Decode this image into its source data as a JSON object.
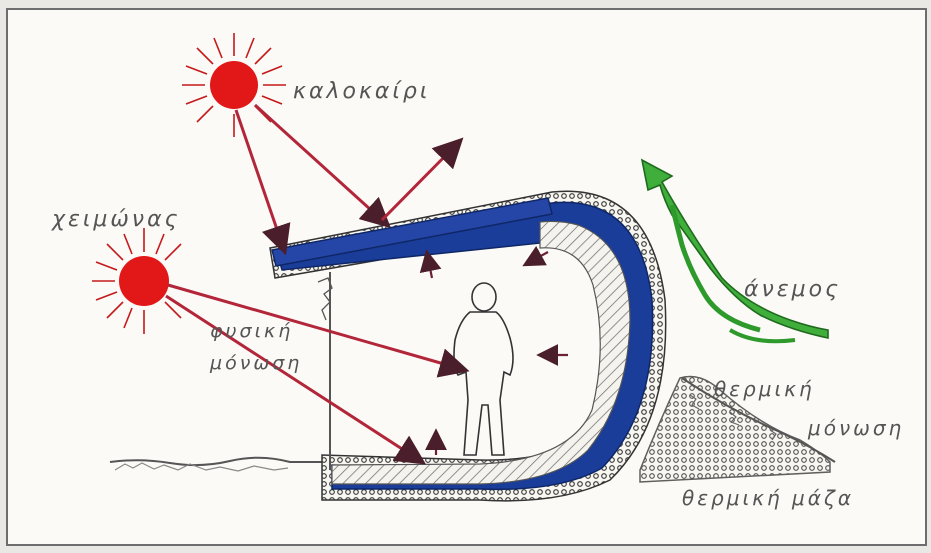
{
  "labels": {
    "summer": "καλοκαίρι",
    "winter": "χειμώνας",
    "wind": "άνεμος",
    "insulation_left_line1": "φυσική",
    "insulation_left_line2": "μόνωση",
    "insulation_right_line1": "θερμική",
    "insulation_right_line2": "μόνωση",
    "thermal_mass": "θερμική μάζα"
  },
  "colors": {
    "sun": "#e21818",
    "ray": "#b3263a",
    "wall_blue": "#1a3d9a",
    "wind": "#2e9a2c",
    "ink": "#555555"
  }
}
